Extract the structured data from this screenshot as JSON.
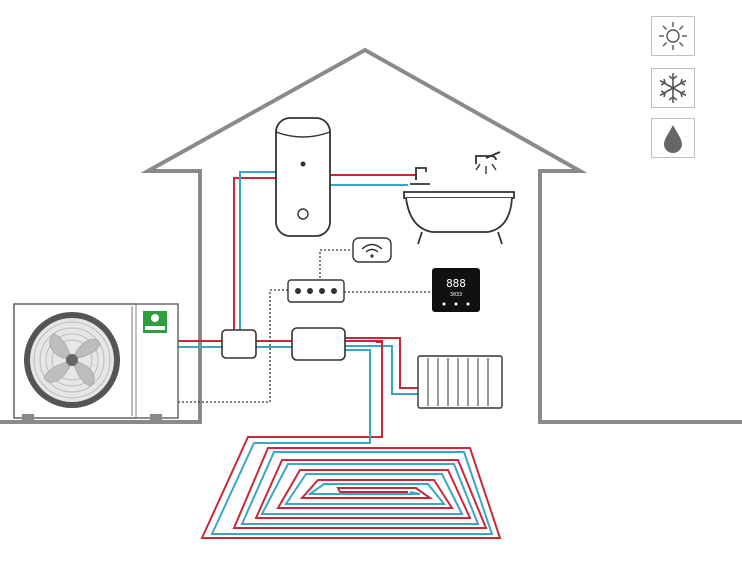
{
  "outdoor_unit": {
    "badge_text": ""
  },
  "thermostat": {
    "display_big": "888",
    "display_small": "3033"
  },
  "mode_icons": [
    {
      "mode": "heating",
      "icon": "sun-icon"
    },
    {
      "mode": "cooling",
      "icon": "snowflake-icon"
    },
    {
      "mode": "dehumidify",
      "icon": "water-drop-icon"
    }
  ],
  "colors": {
    "hot_pipe": "#c8283a",
    "cold_pipe": "#3aa6c4",
    "house_outline": "#8a8a8a",
    "thermostat_screen": "#111111",
    "badge_green": "#2e9e3e"
  }
}
